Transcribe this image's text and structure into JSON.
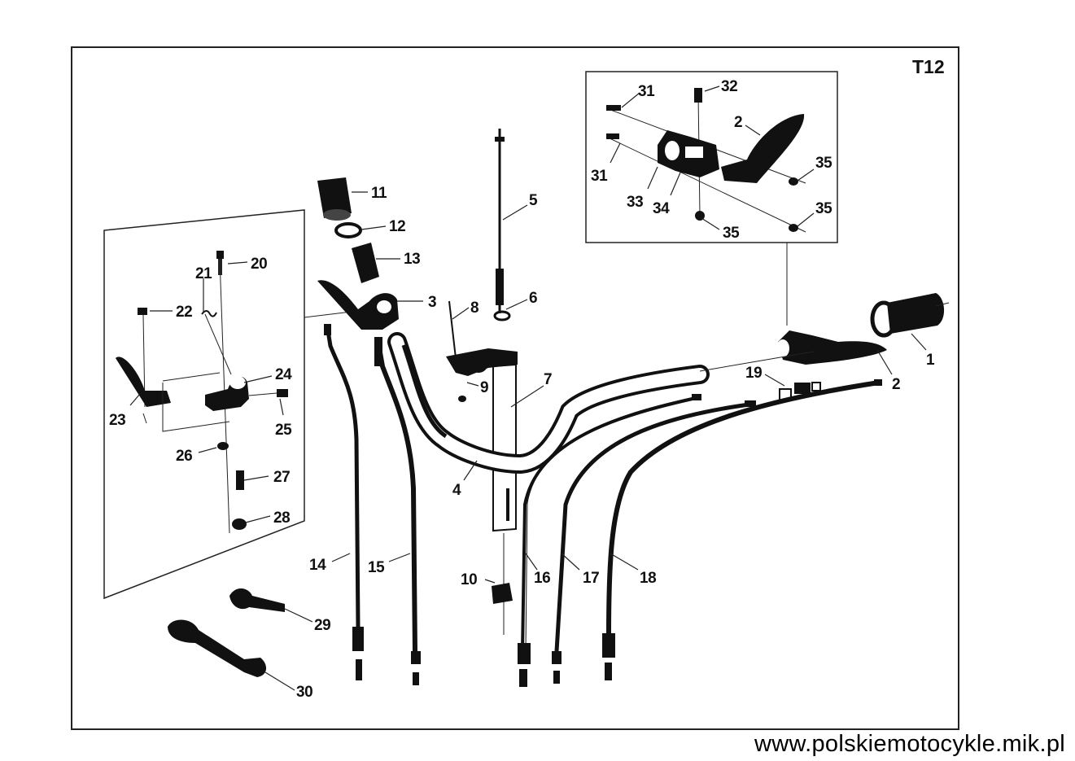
{
  "sheet_code": "T12",
  "watermark": "www.polskiemotocykle.mik.pl",
  "part_labels": {
    "p1": "1",
    "p2a": "2",
    "p2b": "2",
    "p3": "3",
    "p4": "4",
    "p5": "5",
    "p6": "6",
    "p7": "7",
    "p8": "8",
    "p9": "9",
    "p10": "10",
    "p11": "11",
    "p12": "12",
    "p13": "13",
    "p14": "14",
    "p15": "15",
    "p16": "16",
    "p17": "17",
    "p18": "18",
    "p19": "19",
    "p20": "20",
    "p21": "21",
    "p22": "22",
    "p23": "23",
    "p24": "24",
    "p25": "25",
    "p26": "26",
    "p27": "27",
    "p28": "28",
    "p29": "29",
    "p30": "30",
    "p31a": "31",
    "p31b": "31",
    "p32": "32",
    "p33": "33",
    "p34": "34",
    "p35a": "35",
    "p35b": "35",
    "p35c": "35"
  }
}
